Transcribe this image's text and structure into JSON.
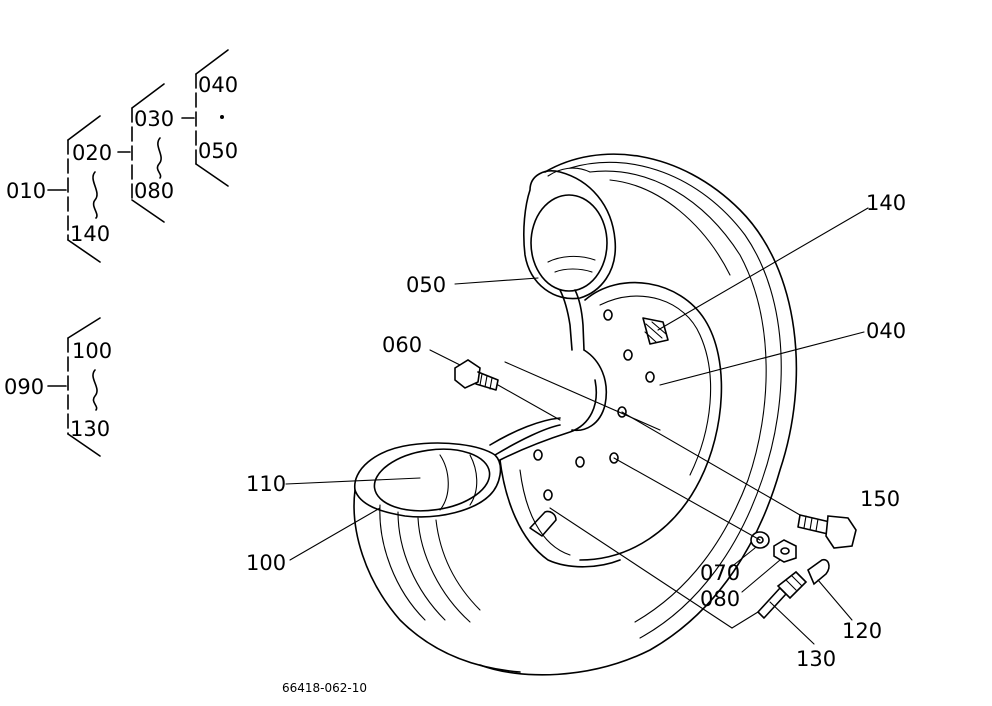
{
  "tree": {
    "group1": {
      "root": "010",
      "level1": {
        "top": "020",
        "bottom": "140"
      },
      "level2": {
        "top": "030",
        "bottom": "080"
      },
      "level3": {
        "top": "040",
        "bottom": "050"
      }
    },
    "group2": {
      "root": "090",
      "level1": {
        "top": "100",
        "bottom": "130"
      }
    }
  },
  "callouts": {
    "c140": "140",
    "c050": "050",
    "c040": "040",
    "c060": "060",
    "c110": "110",
    "c100": "100",
    "c150": "150",
    "c070": "070",
    "c080": "080",
    "c120": "120",
    "c130": "130"
  },
  "drawing_code": "66418-062-10"
}
